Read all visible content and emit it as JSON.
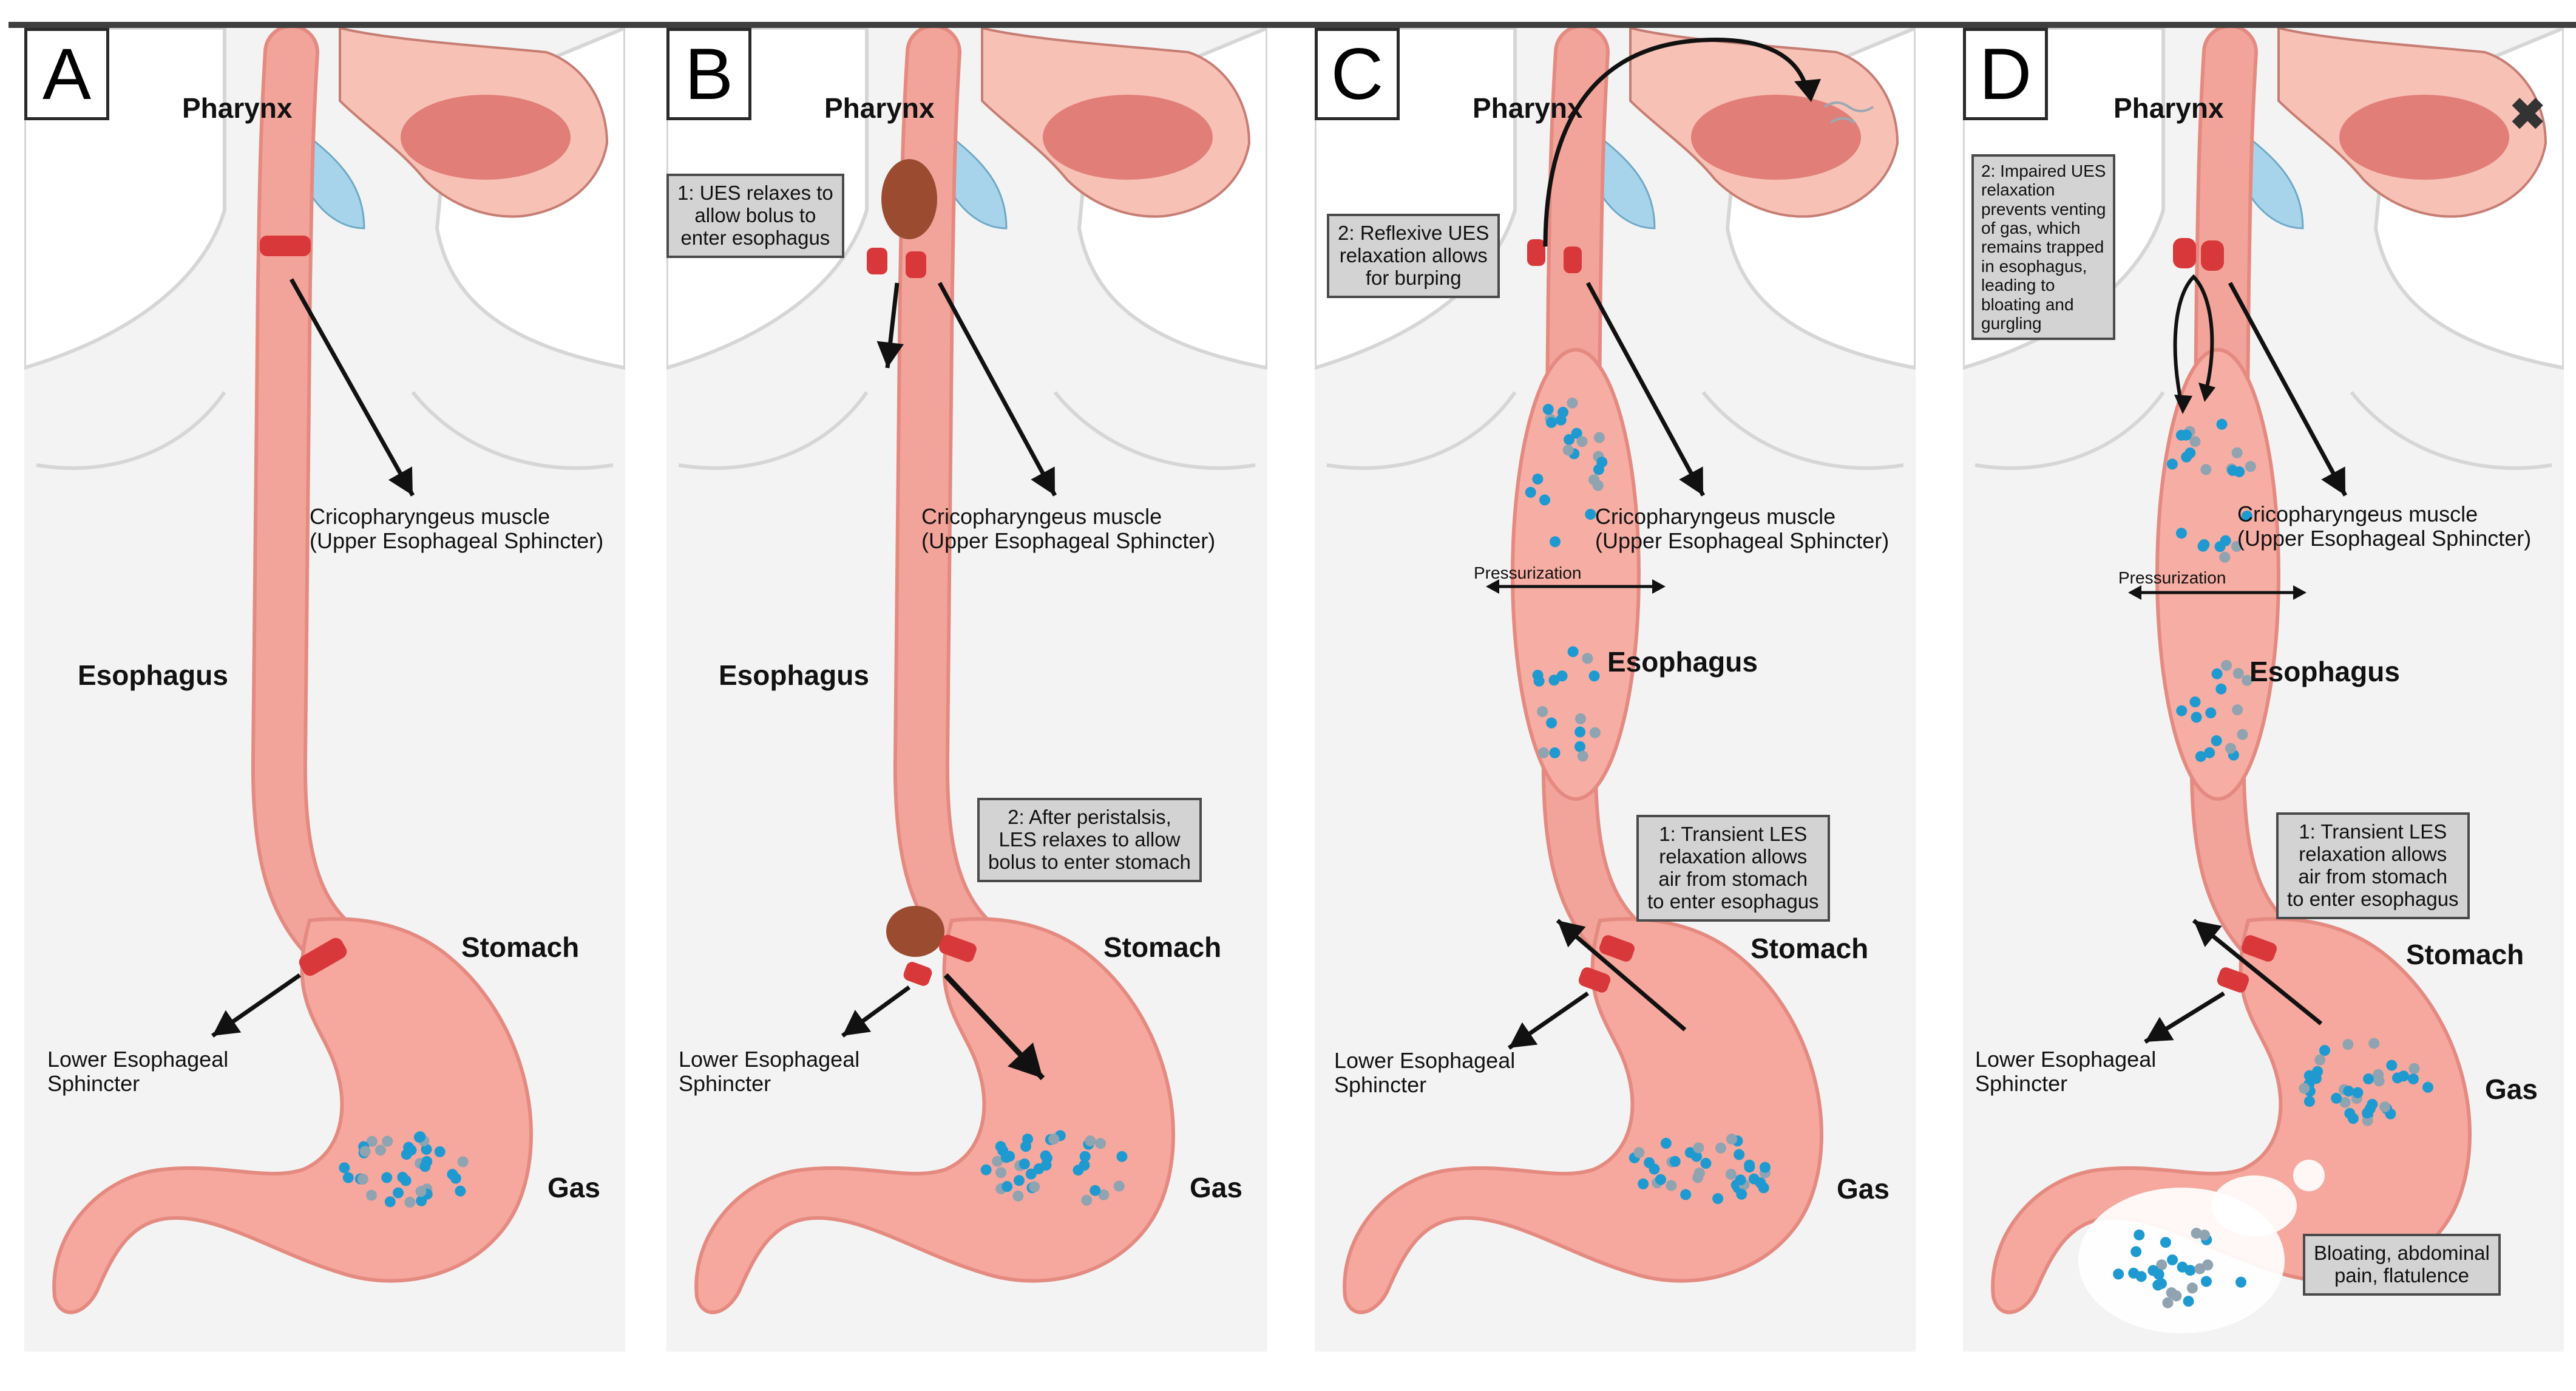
{
  "panels": [
    {
      "label": "A",
      "pharynx": "Pharynx",
      "muscle_line1": "Cricopharyngeus muscle",
      "muscle_line2": "(Upper Esophageal Sphincter)",
      "esophagus": "Esophagus",
      "stomach": "Stomach",
      "les_line1": "Lower Esophageal",
      "les_line2": "Sphincter",
      "gas": "Gas"
    },
    {
      "label": "B",
      "pharynx": "Pharynx",
      "muscle_line1": "Cricopharyngeus muscle",
      "muscle_line2": "(Upper Esophageal Sphincter)",
      "esophagus": "Esophagus",
      "stomach": "Stomach",
      "les_line1": "Lower Esophageal",
      "les_line2": "Sphincter",
      "gas": "Gas",
      "box1": [
        "1: UES relaxes to",
        "allow bolus to",
        "enter esophagus"
      ],
      "box2": [
        "2: After peristalsis,",
        "LES relaxes to allow",
        "bolus to enter stomach"
      ]
    },
    {
      "label": "C",
      "pharynx": "Pharynx",
      "muscle_line1": "Cricopharyngeus muscle",
      "muscle_line2": "(Upper Esophageal Sphincter)",
      "esophagus": "Esophagus",
      "stomach": "Stomach",
      "les_line1": "Lower Esophageal",
      "les_line2": "Sphincter",
      "gas": "Gas",
      "pressurization": "Pressurization",
      "box1": [
        "2: Reflexive UES",
        "relaxation allows",
        "for burping"
      ],
      "box2": [
        "1: Transient LES",
        "relaxation allows",
        "air from stomach",
        "to enter esophagus"
      ]
    },
    {
      "label": "D",
      "pharynx": "Pharynx",
      "muscle_line1": "Cricopharyngeus muscle",
      "muscle_line2": "(Upper Esophageal Sphincter)",
      "esophagus": "Esophagus",
      "stomach": "Stomach",
      "les_line1": "Lower Esophageal",
      "les_line2": "Sphincter",
      "gas": "Gas",
      "pressurization": "Pressurization",
      "box1": [
        "2: Impaired UES",
        "relaxation",
        "prevents venting",
        "of gas, which",
        "remains trapped",
        "in esophagus,",
        "leading to",
        "bloating and",
        "gurgling"
      ],
      "box2": [
        "1: Transient LES",
        "relaxation allows",
        "air from stomach",
        "to enter esophagus"
      ],
      "box3": [
        "Bloating, abdominal",
        "pain, flatulence"
      ]
    }
  ],
  "colors": {
    "background": "#f3f3f3",
    "body_outline": "#d6d6d6",
    "esophagus": "#f3a49a",
    "stomach": "#f6a89e",
    "sphincter": "#d9383a",
    "bolus": "#9a4b30",
    "gas_blue": "#1f9ad1",
    "gas_grey": "#8fa3b0",
    "label_box": "#d3d3d3"
  }
}
